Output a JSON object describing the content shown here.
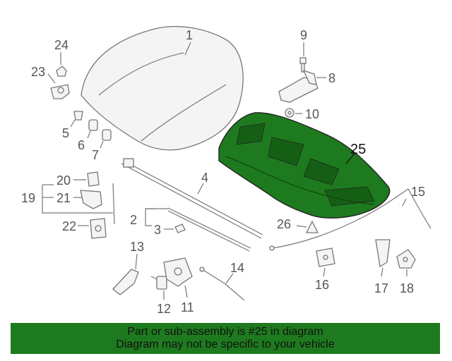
{
  "callouts": {
    "c1": "1",
    "c2": "2",
    "c3": "3",
    "c4": "4",
    "c5": "5",
    "c6": "6",
    "c7": "7",
    "c8": "8",
    "c9": "9",
    "c10": "10",
    "c11": "11",
    "c12": "12",
    "c13": "13",
    "c14": "14",
    "c15": "15",
    "c16": "16",
    "c17": "17",
    "c18": "18",
    "c19": "19",
    "c20": "20",
    "c21": "21",
    "c22": "22",
    "c23": "23",
    "c24": "24",
    "c25": "25",
    "c26": "26"
  },
  "highlight_color": "#1e7a1e",
  "banner": {
    "line1": "Part or sub-assembly is #25 in diagram",
    "line2": "Diagram may not be specific to your vehicle"
  }
}
